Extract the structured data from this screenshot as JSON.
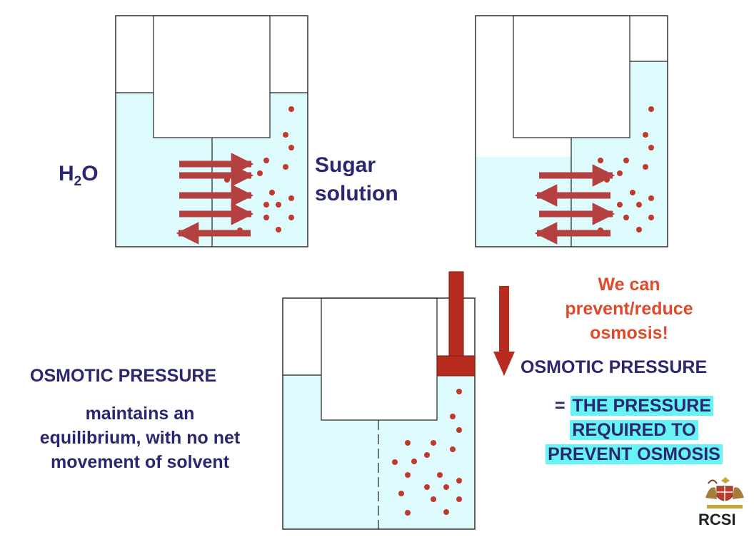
{
  "labels": {
    "water": "H",
    "water_sub": "2",
    "water_end": "O",
    "sugar_line1": "Sugar",
    "sugar_line2": "solution",
    "warning_line1": "We can",
    "warning_line2": "prevent/reduce",
    "warning_line3": "osmosis!",
    "osmotic_right": "OSMOTIC PRESSURE",
    "definition_eq": "= ",
    "definition_line1": "THE PRESSURE",
    "definition_line2": "REQUIRED TO",
    "definition_line3": "PREVENT OSMOSIS",
    "osmotic_left": "OSMOTIC PRESSURE",
    "note_line1": "maintains an",
    "note_line2": "equilibrium, with no net",
    "note_line3": "movement of solvent",
    "logo_text": "RCSI"
  },
  "colors": {
    "text": "#2a2770",
    "warning": "#e04a2a",
    "highlight": "#66f3f3",
    "water": "#ddfafc",
    "particle": "#c0392b",
    "arrow": "#b44040",
    "piston": "#b82c20"
  },
  "icons": {
    "logo": "rcsi-crest-icon"
  }
}
